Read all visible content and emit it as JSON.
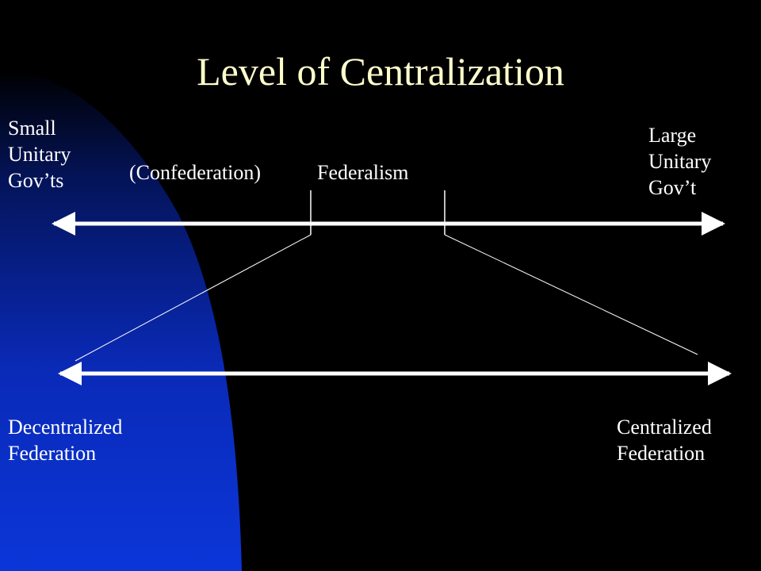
{
  "slide": {
    "title": "Level of Centralization",
    "title_color": "#ffffcc",
    "background_color": "#000000",
    "accent_color": "#0a30c8",
    "text_color": "#ffffff"
  },
  "spectrum": {
    "left_label": [
      "Small",
      "Unitary",
      "Gov’ts"
    ],
    "right_label": [
      "Large",
      "Unitary",
      "Gov’t"
    ],
    "confederation_label": "(Confederation)",
    "federalism_label": "Federalism"
  },
  "federation_scale": {
    "left_label": [
      "Decentralized",
      "Federation"
    ],
    "right_label": [
      "Centralized",
      "Federation"
    ]
  }
}
